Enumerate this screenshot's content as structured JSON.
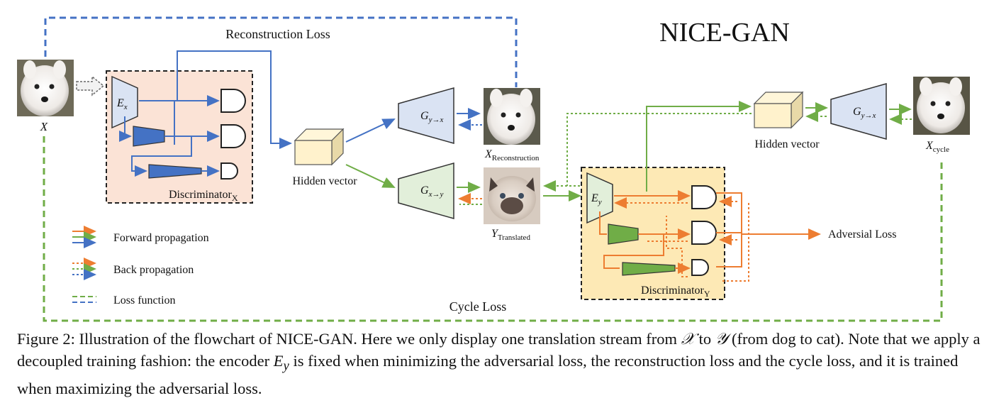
{
  "title": "NICE-GAN",
  "labels": {
    "reconstruction_loss": "Reconstruction Loss",
    "cycle_loss": "Cycle Loss",
    "hidden_vector_left": "Hidden vector",
    "hidden_vector_right": "Hidden vector",
    "adversial_loss": "Adversial Loss",
    "x": "X",
    "x_reconstruction_main": "X",
    "x_reconstruction_sub": "Reconstruction",
    "y_translated_main": "Y",
    "y_translated_sub": "Translated",
    "x_cycle_main": "X",
    "x_cycle_sub": "cycle",
    "discriminator_x_main": "Discriminator",
    "discriminator_x_sub": "X",
    "discriminator_y_main": "Discriminator",
    "discriminator_y_sub": "Y",
    "ex_main": "E",
    "ex_sub": "x",
    "ey_main": "E",
    "ey_sub": "y",
    "g_yx_top": "G",
    "g_yx_top_sub": "y→x",
    "g_xy": "G",
    "g_xy_sub": "x→y",
    "g_yx_right": "G",
    "g_yx_right_sub": "y→x"
  },
  "legend": {
    "forward": "Forward propagation",
    "back": "Back propagation",
    "loss": "Loss function"
  },
  "colors": {
    "blue": "#4472c4",
    "green": "#70ad47",
    "orange": "#ed7d31",
    "dash_blue": "#4472c4",
    "dash_green": "#70ad47",
    "disc_x_bg": "#fbe3d6",
    "disc_y_bg": "#fde9b5",
    "encoder_blue": "#dae3f3",
    "encoder_green": "#e2efda",
    "cube_front": "#fff2cc",
    "cube_side": "#e8d9a8"
  },
  "caption": {
    "part1": "Figure 2: Illustration of the flowchart of NICE-GAN. Here we only display one translation stream from ",
    "math_x": "𝒳",
    "part2": " to ",
    "math_y": "𝒴",
    "part3": " (from dog to cat). Note that we apply a decoupled training fashion: the encoder ",
    "math_ey": "E",
    "math_ey_sub": "y",
    "part4": " is fixed when minimizing the adversarial loss, the reconstruction loss and the cycle loss, and it is trained when maximizing the adversarial loss."
  }
}
